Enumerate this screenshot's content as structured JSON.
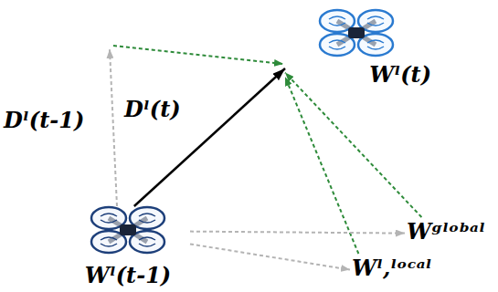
{
  "diagram": {
    "nodes": [
      {
        "text": [
          "Wˡ(t-1)"
        ]
      },
      {
        "text": [
          "Wˡ(t)"
        ]
      },
      {
        "text": [
          "Wᵍˡᵒᵇᵃˡ"
        ]
      },
      {
        "text": [
          "Wˡ,ˡᵒᶜᵃˡ"
        ]
      }
    ],
    "edges": [
      {
        "from": 0,
        "to": 1,
        "arrow": "to",
        "label": "Dˡ(t)"
      },
      {
        "from": 2,
        "to": 1,
        "arrow": "to"
      },
      {
        "from": 3,
        "to": 1,
        "arrow": "to"
      },
      {
        "from": 0,
        "to": 2,
        "arrow": "to"
      },
      {
        "from": 0,
        "to": 3,
        "arrow": "to"
      }
    ],
    "labels": [
      "Dˡ(t-1)"
    ]
  }
}
